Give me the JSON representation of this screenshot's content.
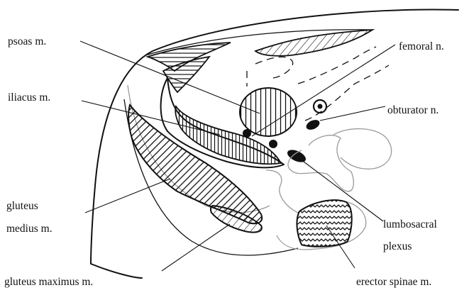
{
  "labels": {
    "psoas": "psoas m.",
    "iliacus": "iliacus m.",
    "gluteus_medius_line1": "gluteus",
    "gluteus_medius_line2": "medius m.",
    "gluteus_maximus": "gluteus maximus m.",
    "femoral": "femoral n.",
    "obturator": "obturator n.",
    "lumbosacral_line1": "lumbosacral",
    "lumbosacral_line2": "plexus",
    "erector_spinae": "erector spinae m."
  }
}
